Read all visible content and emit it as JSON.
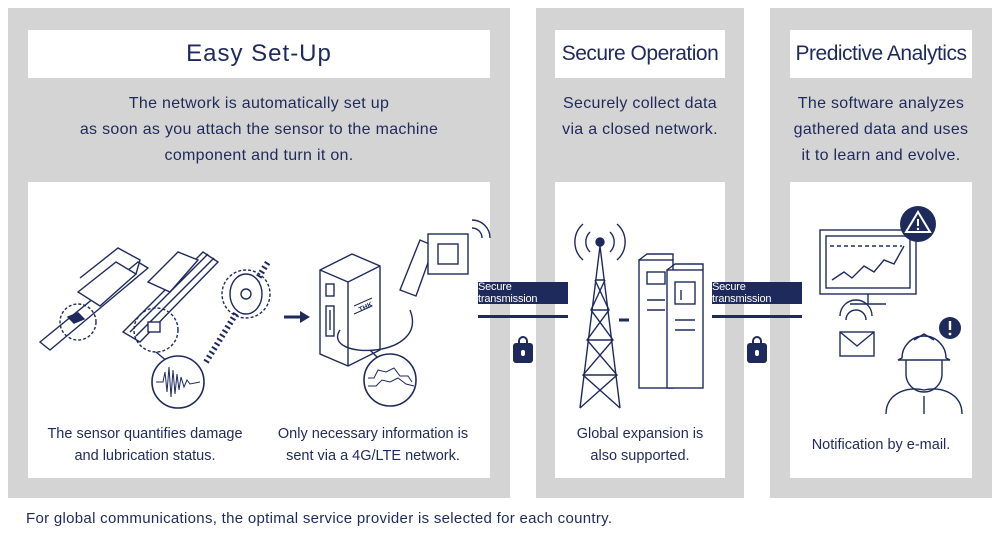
{
  "panels": {
    "setup": {
      "title": "Easy Set-Up",
      "description": [
        "The network is automatically set up",
        "as soon as you attach the sensor to the machine",
        "component and turn it on."
      ],
      "caption_left": [
        "The sensor quantifies damage",
        "and lubrication status."
      ],
      "caption_right": [
        "Only necessary information is",
        "sent via a 4G/LTE network."
      ]
    },
    "secure": {
      "title": "Secure Operation",
      "description": [
        "Securely collect data",
        "via a closed network."
      ],
      "caption": [
        "Global expansion is",
        "also supported."
      ]
    },
    "analytics": {
      "title": "Predictive Analytics",
      "description": [
        "The software analyzes",
        "gathered data and uses",
        "it to learn and evolve."
      ],
      "caption": [
        "Notification by e-mail."
      ]
    }
  },
  "transmission": {
    "label_1": "Secure transmission",
    "label_2": "Secure transmission"
  },
  "device_logo": "THK",
  "footer": "For global communications, the optimal service provider is selected for each country.",
  "colors": {
    "navy": "#1f2a5c",
    "panel_gray": "#d4d4d4"
  }
}
